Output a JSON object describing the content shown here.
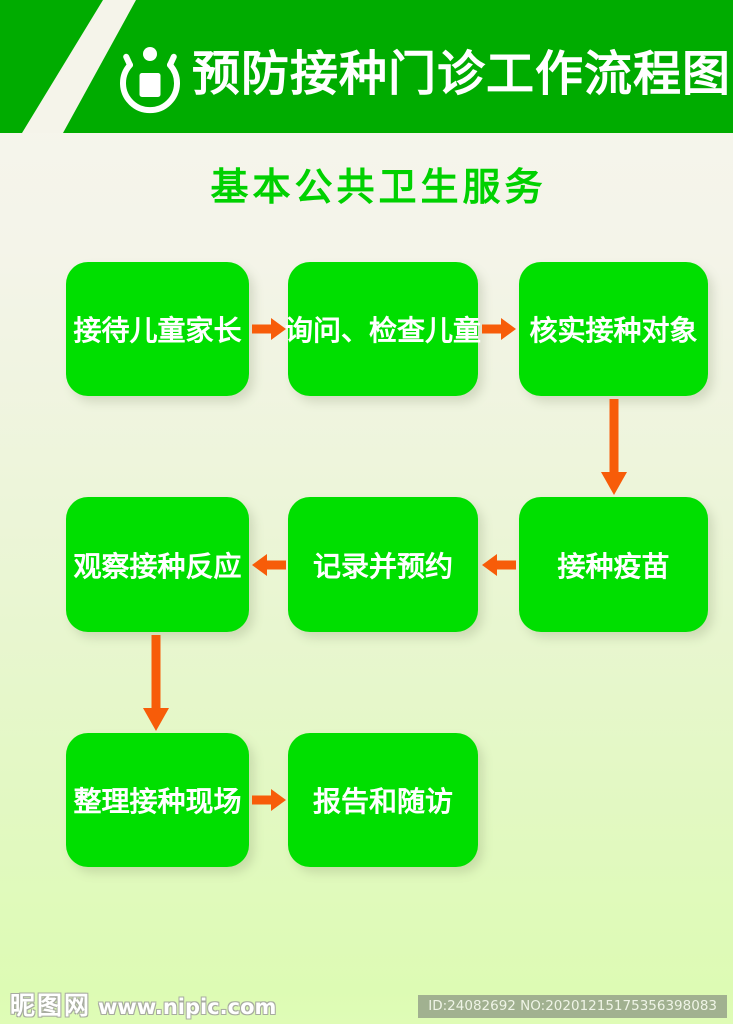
{
  "header": {
    "title": "预防接种门诊工作流程图",
    "logo_icon": "person-raised-arms-circle"
  },
  "subtitle": "基本公共卫生服务",
  "flowchart": {
    "boxes": [
      {
        "label": "接待儿童家长"
      },
      {
        "label": "询问、检查儿童"
      },
      {
        "label": "核实接种对象"
      },
      {
        "label": "接种疫苗"
      },
      {
        "label": "记录并预约"
      },
      {
        "label": "观察接种反应"
      },
      {
        "label": "整理接种现场"
      },
      {
        "label": "报告和随访"
      }
    ],
    "arrows": [
      {
        "from": "接待儿童家长",
        "to": "询问、检查儿童",
        "direction": "right"
      },
      {
        "from": "询问、检查儿童",
        "to": "核实接种对象",
        "direction": "right"
      },
      {
        "from": "核实接种对象",
        "to": "接种疫苗",
        "direction": "down"
      },
      {
        "from": "接种疫苗",
        "to": "记录并预约",
        "direction": "left"
      },
      {
        "from": "记录并预约",
        "to": "观察接种反应",
        "direction": "left"
      },
      {
        "from": "观察接种反应",
        "to": "整理接种现场",
        "direction": "down"
      },
      {
        "from": "整理接种现场",
        "to": "报告和随访",
        "direction": "right"
      }
    ]
  },
  "watermark": {
    "site_name": "昵图网",
    "site_url": "www.nipic.com",
    "id_text": "ID:24082692 NO:20201215175356398083"
  },
  "colors": {
    "header_green": "#00AC00",
    "box_green": "#00DF00",
    "subtitle_green": "#00D100",
    "arrow_orange": "#F75C09",
    "background_top": "#F7F6EE",
    "background_bottom": "#DDFBB4",
    "stripe_cream": "#F5F4EA"
  }
}
